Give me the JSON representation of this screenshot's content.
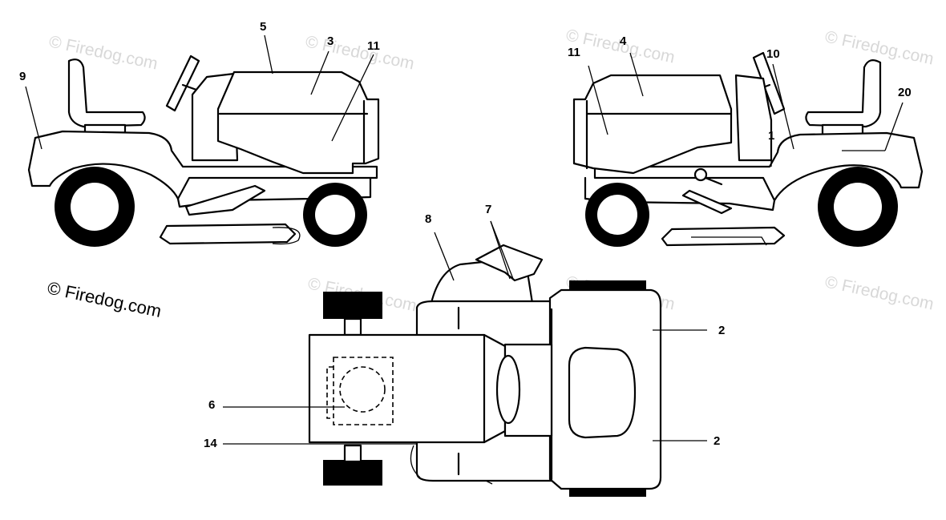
{
  "copyright_text": "© Firedog.com",
  "watermark_text": "© Firedog.com",
  "callouts": [
    "5",
    "3",
    "11",
    "9",
    "4",
    "11",
    "10",
    "20",
    "1",
    "8",
    "7",
    "2",
    "2",
    "6",
    "14"
  ],
  "colors": {
    "line": "#000000",
    "background": "#ffffff",
    "watermark": "#d8d8d8"
  }
}
